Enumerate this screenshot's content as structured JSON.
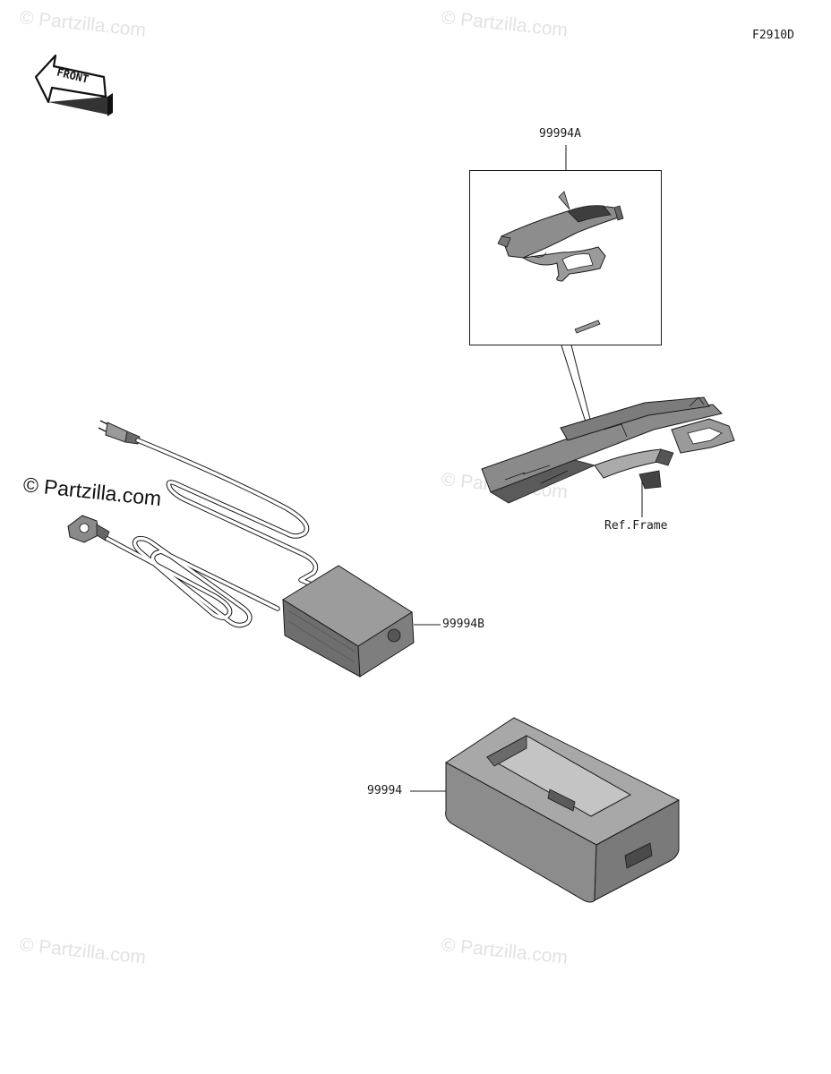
{
  "diagram": {
    "figure_code": "F2910D",
    "direction_label": "FRONT",
    "parts": [
      {
        "part_number": "99994A"
      },
      {
        "part_number": "99994B"
      },
      {
        "part_number": "99994"
      }
    ],
    "reference_label": "Ref.Frame"
  },
  "watermarks": {
    "primary": "© Partzilla.com",
    "faded": "© Partzilla.com"
  },
  "colors": {
    "line": "#1a1a1a",
    "part_fill": "#8a8a8a",
    "part_dark": "#5e5e5e",
    "watermark": "#e2e2e2"
  }
}
